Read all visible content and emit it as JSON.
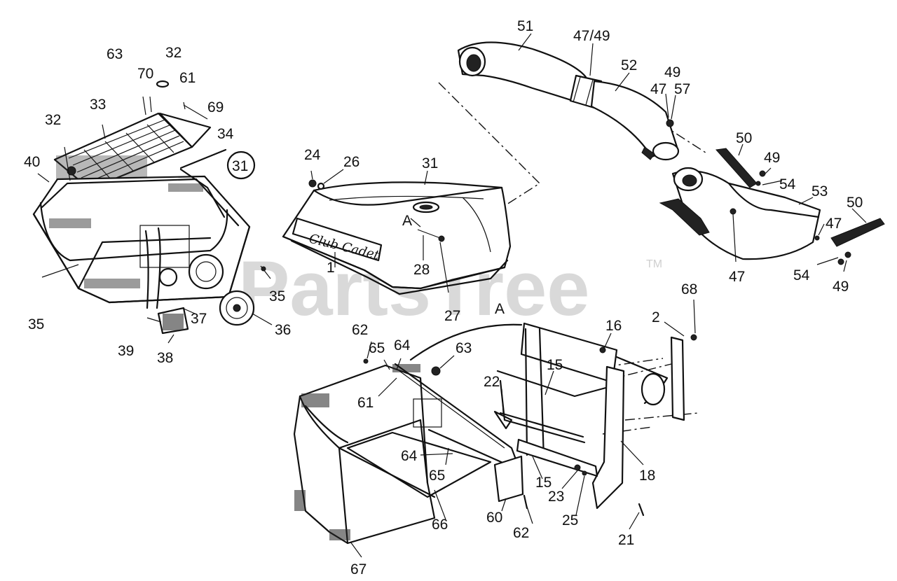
{
  "watermark": {
    "text": "PartsTree",
    "tm": "TM"
  },
  "brand_logo": "Club Cadet",
  "callouts": {
    "c1": "1",
    "c2": "2",
    "c15a": "15",
    "c15b": "15",
    "c16": "16",
    "c18": "18",
    "c21": "21",
    "c22": "22",
    "c23": "23",
    "c24": "24",
    "c25": "25",
    "c26": "26",
    "c27": "27",
    "c28": "28",
    "c31": "31",
    "c31c": "31",
    "c32a": "32",
    "c32b": "32",
    "c33": "33",
    "c34": "34",
    "c35a": "35",
    "c35b": "35",
    "c36": "36",
    "c37": "37",
    "c38": "38",
    "c39": "39",
    "c40": "40",
    "c47a": "47",
    "c47b": "47",
    "c47c": "47",
    "c4749": "47/49",
    "c49a": "49",
    "c49b": "49",
    "c49c": "49",
    "c50a": "50",
    "c50b": "50",
    "c51": "51",
    "c52": "52",
    "c53": "53",
    "c54a": "54",
    "c54b": "54",
    "c57": "57",
    "c60": "60",
    "c61a": "61",
    "c61b": "61",
    "c62a": "62",
    "c62b": "62",
    "c63a": "63",
    "c63b": "63",
    "c64a": "64",
    "c64b": "64",
    "c65a": "65",
    "c65b": "65",
    "c66": "66",
    "c67": "67",
    "c68": "68",
    "c69": "69",
    "c70": "70",
    "cA1": "A",
    "cA2": "A"
  }
}
